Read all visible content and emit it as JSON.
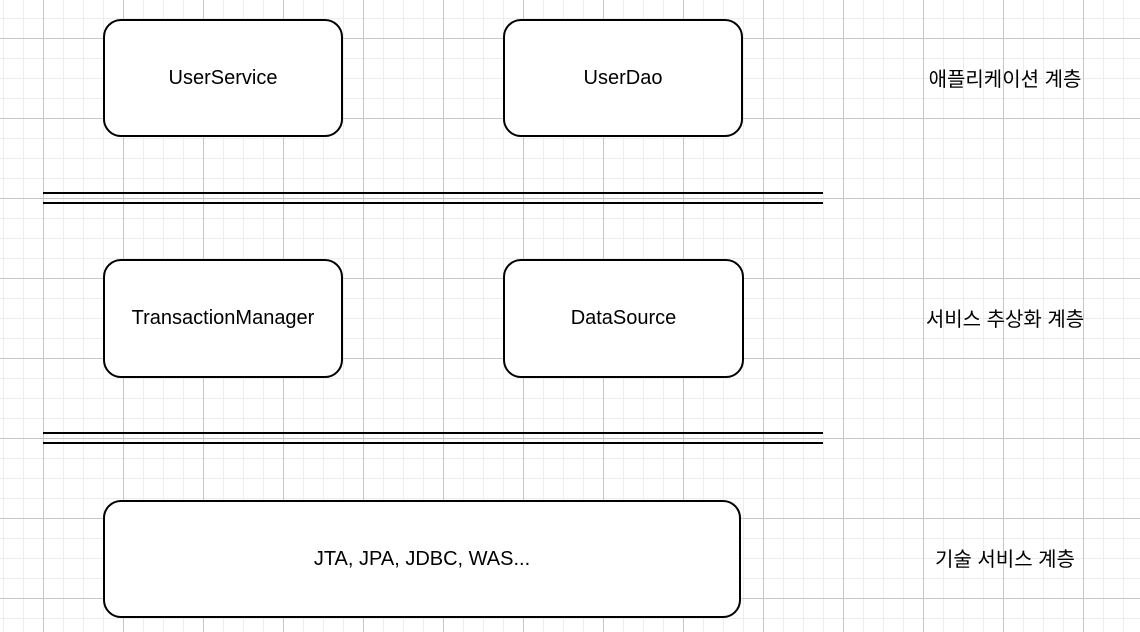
{
  "diagram": {
    "title": "spring-layered-architecture",
    "canvas": {
      "background_color": "#ffffff",
      "grid_minor_color": "#ededed",
      "grid_major_color": "#c6c6c6",
      "shape_fill_color": "#ffffff",
      "shape_stroke_color": "#000000",
      "text_color": "#000000"
    },
    "layers": [
      {
        "name": "application-layer",
        "label": "애플리케이션 계층",
        "boxes": [
          {
            "label": "UserService"
          },
          {
            "label": "UserDao"
          }
        ]
      },
      {
        "name": "service-abstraction-layer",
        "label": "서비스 추상화 계층",
        "boxes": [
          {
            "label": "TransactionManager"
          },
          {
            "label": "DataSource"
          }
        ]
      },
      {
        "name": "technology-service-layer",
        "label": "기술 서비스 계층",
        "boxes": [
          {
            "label": "JTA, JPA, JDBC, WAS..."
          }
        ]
      }
    ],
    "separators": [
      {
        "name": "between-application-and-abstraction",
        "style": "double-line"
      },
      {
        "name": "between-abstraction-and-technology",
        "style": "double-line"
      }
    ]
  }
}
